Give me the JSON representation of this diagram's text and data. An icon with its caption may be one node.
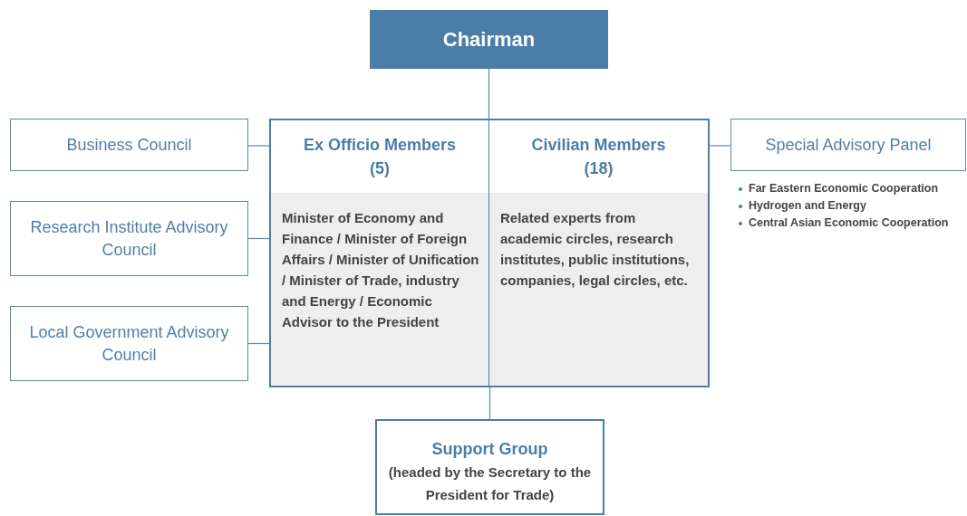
{
  "diagram": {
    "nodes": [
      {
        "text": [
          "Chairman"
        ]
      },
      {
        "text": [],
        "shape": "box"
      },
      {
        "text": [
          "Ex Officio Members (5)",
          "Minister of Economy and Finance / Minister of Foreign Affairs / Minister of Unification / Minister of Trade, industry and Energy / Economic Advisor to the President"
        ],
        "in": 1
      },
      {
        "text": [
          "Civilian Members (18)",
          "Related experts from academic circles, research institutes, public institutions, companies, legal circles, etc."
        ],
        "in": 1
      },
      {
        "text": [
          "Business Council"
        ]
      },
      {
        "text": [
          "Research Institute Advisory Council"
        ]
      },
      {
        "text": [
          "Local Government Advisory Council"
        ]
      },
      {
        "text": [
          "Special Advisory Panel"
        ],
        "beside": [
          "Far Eastern Economic Cooperation",
          "Hydrogen and Energy",
          "Central Asian Economic Cooperation"
        ]
      },
      {
        "text": [
          "Support Group",
          "(headed by the Secretary to the President for Trade)"
        ]
      }
    ],
    "edges": [
      {
        "from": 0,
        "to": 1,
        "arrow": "none"
      },
      {
        "from": 4,
        "to": 2,
        "arrow": "none"
      },
      {
        "from": 5,
        "to": 2,
        "arrow": "none"
      },
      {
        "from": 6,
        "to": 2,
        "arrow": "none"
      },
      {
        "from": 3,
        "to": 7,
        "arrow": "none"
      },
      {
        "from": 1,
        "to": 8,
        "arrow": "none"
      }
    ]
  }
}
